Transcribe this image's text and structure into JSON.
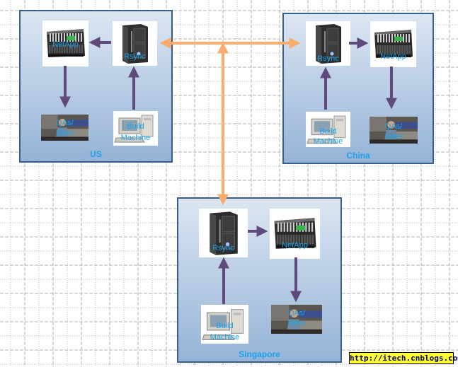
{
  "diagram": {
    "title": "Cross-site Rsync / NetApp replication",
    "colors": {
      "site_border": "#385d8a",
      "site_gradient_top": "#dce6f2",
      "site_gradient_bottom": "#95b3d7",
      "label_text": "#1aa3e8",
      "internal_arrow": "#604a7b",
      "wan_arrow": "#f9ac6b",
      "grid_line": "#b3b3b3",
      "watermark_bg": "#ffff33"
    },
    "sites": [
      {
        "id": "us",
        "name": "US",
        "nodes": {
          "netapp": {
            "type": "storage-array",
            "label": [
              "NetApp"
            ]
          },
          "rsync": {
            "type": "server-tower",
            "label": [
              "Rsync"
            ]
          },
          "devs": {
            "type": "people-photo",
            "label": [
              "QAs/",
              "Devs"
            ]
          },
          "build": {
            "type": "desktop-computer",
            "label": [
              "Build",
              "Machine"
            ]
          }
        }
      },
      {
        "id": "china",
        "name": "China",
        "nodes": {
          "netapp": {
            "type": "storage-array",
            "label": [
              "NetApp"
            ]
          },
          "rsync": {
            "type": "server-tower",
            "label": [
              "Rsync"
            ]
          },
          "devs": {
            "type": "people-photo",
            "label": [
              "QAs/",
              "Devs"
            ]
          },
          "build": {
            "type": "desktop-computer",
            "label": [
              "Build",
              "Machine"
            ]
          }
        }
      },
      {
        "id": "singapore",
        "name": "Singapore",
        "nodes": {
          "netapp": {
            "type": "storage-array",
            "label": [
              "NetApp"
            ]
          },
          "rsync": {
            "type": "server-tower",
            "label": [
              "Rsync"
            ]
          },
          "devs": {
            "type": "people-photo",
            "label": [
              "QAs/",
              "Devs"
            ]
          },
          "build": {
            "type": "desktop-computer",
            "label": [
              "Build",
              "Machine"
            ]
          }
        }
      }
    ],
    "edges": [
      {
        "from": "us.rsync",
        "to": "us.netapp",
        "kind": "internal"
      },
      {
        "from": "us.netapp",
        "to": "us.devs",
        "kind": "internal"
      },
      {
        "from": "us.build",
        "to": "us.rsync",
        "kind": "internal"
      },
      {
        "from": "china.rsync",
        "to": "china.netapp",
        "kind": "internal"
      },
      {
        "from": "china.netapp",
        "to": "china.devs",
        "kind": "internal"
      },
      {
        "from": "china.build",
        "to": "china.rsync",
        "kind": "internal"
      },
      {
        "from": "singapore.rsync",
        "to": "singapore.netapp",
        "kind": "internal"
      },
      {
        "from": "singapore.netapp",
        "to": "singapore.devs",
        "kind": "internal"
      },
      {
        "from": "singapore.build",
        "to": "singapore.rsync",
        "kind": "internal"
      },
      {
        "from": "wan",
        "to": "us.rsync",
        "kind": "wan"
      },
      {
        "from": "wan",
        "to": "china.rsync",
        "kind": "wan"
      },
      {
        "from": "wan",
        "to": "singapore.rsync",
        "kind": "wan"
      }
    ]
  },
  "watermark": "http://itech.cnblogs.com/"
}
